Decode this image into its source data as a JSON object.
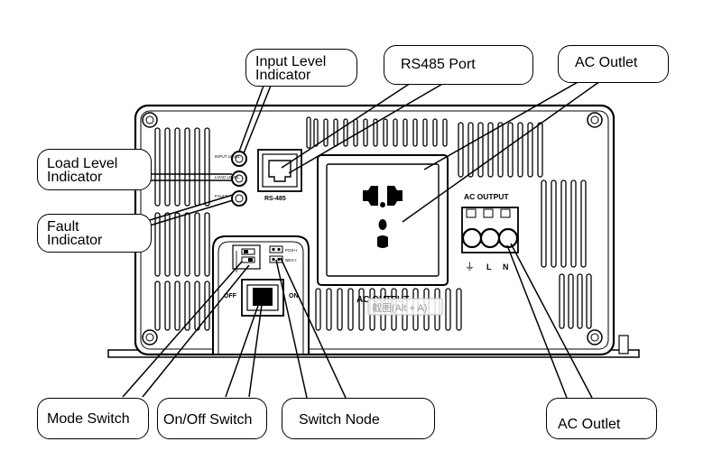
{
  "callouts": {
    "input_level": "Input Level\nIndicator",
    "rs485_port": "RS485 Port",
    "ac_outlet_top": "AC Outlet",
    "load_level": "Load Level\nIndicator",
    "fault": "Fault\nIndicator",
    "mode_switch": "Mode Switch",
    "onoff_switch": "On/Off Switch",
    "switch_node": "Switch Node",
    "ac_outlet_bottom": "AC Outlet"
  },
  "panel": {
    "led_input": "INPUT\nLEVEL",
    "led_load": "LOAD\nLEVEL",
    "led_fault": "FAULT",
    "rs485": "RS-485",
    "ac_output_terminal": "AC OUTPUT",
    "ac_output_socket": "AC OUTPUT",
    "terminal_ground": "⏚",
    "terminal_l": "L",
    "terminal_n": "N",
    "switch_off": "OFF",
    "switch_on": "ON",
    "node_pos": "POS+I",
    "node_neg": "NEG-I",
    "watermark": "截图(Alt + A)"
  }
}
